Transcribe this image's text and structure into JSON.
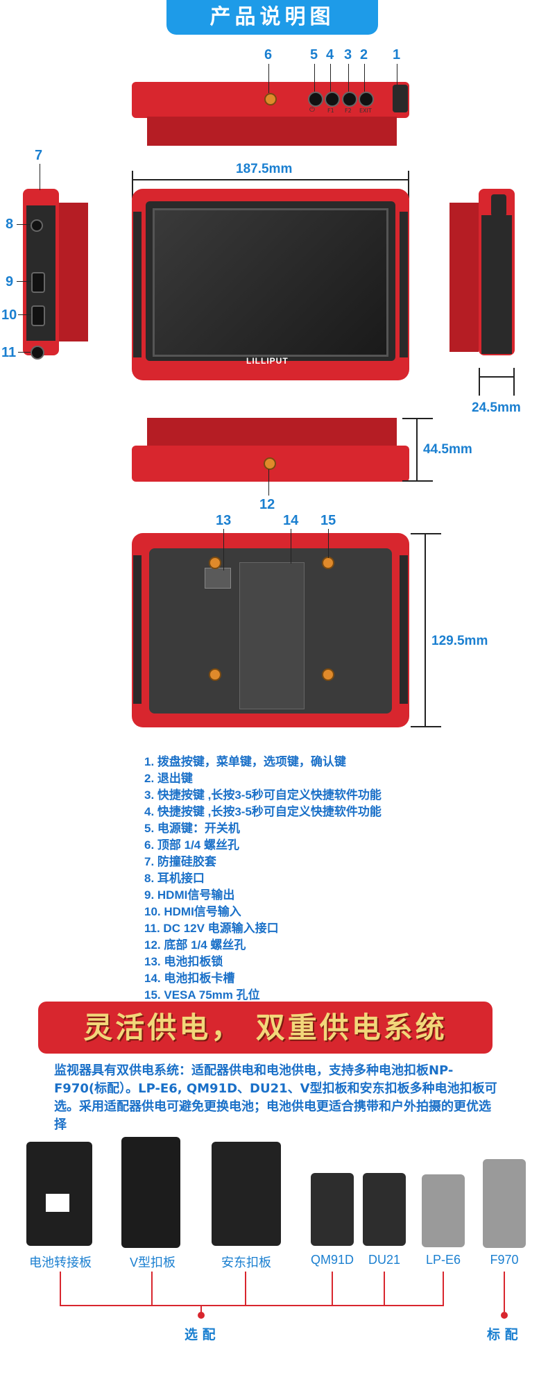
{
  "header": {
    "title": "产品说明图"
  },
  "callouts": {
    "top": [
      "6",
      "5",
      "4",
      "3",
      "2",
      "1"
    ],
    "left": [
      "7",
      "8",
      "9",
      "10",
      "11"
    ],
    "bottom": "12",
    "back": [
      "13",
      "14",
      "15"
    ]
  },
  "button_labels": {
    "f1": "F1",
    "f2": "F2",
    "exit": "EXIT",
    "power": "⏻"
  },
  "brand": "LILLIPUT",
  "dimensions": {
    "width": "187.5mm",
    "depth": "24.5mm",
    "sunhood": "44.5mm",
    "height": "129.5mm"
  },
  "legend": [
    "1. 拨盘按键，菜单键，选项键，确认键",
    "2.  退出键",
    "3. 快捷按键 ,长按3-5秒可自定义快捷软件功能",
    "4. 快捷按键 ,长按3-5秒可自定义快捷软件功能",
    "5. 电源键：开关机",
    "6. 顶部 1/4 螺丝孔",
    "7. 防撞硅胶套",
    "8. 耳机接口",
    "9. HDMI信号输出",
    "10. HDMI信号输入",
    "11. DC 12V 电源输入接口",
    "12. 底部 1/4 螺丝孔",
    "13. 电池扣板锁",
    "14. 电池扣板卡槽",
    "15. VESA 75mm 孔位"
  ],
  "power_section": {
    "banner": "灵活供电，  双重供电系统",
    "description": "监视器具有双供电系统：适配器供电和电池供电，支持多种电池扣板NP-F970(标配）。LP-E6, QM91D、DU21、V型扣板和安东扣板多种电池扣板可选。采用适配器供电可避免更换电池；电池供电更适合携带和户外拍摄的更优选择",
    "plates": [
      "电池转接板",
      "V型扣板",
      "安东扣板",
      "QM91D",
      "DU21",
      "LP-E6",
      "F970"
    ],
    "optional_label": "选 配",
    "standard_label": "标 配"
  },
  "colors": {
    "accent_blue": "#1a7fd0",
    "brand_red": "#d8262e",
    "banner_gold": "#f2d77a"
  }
}
